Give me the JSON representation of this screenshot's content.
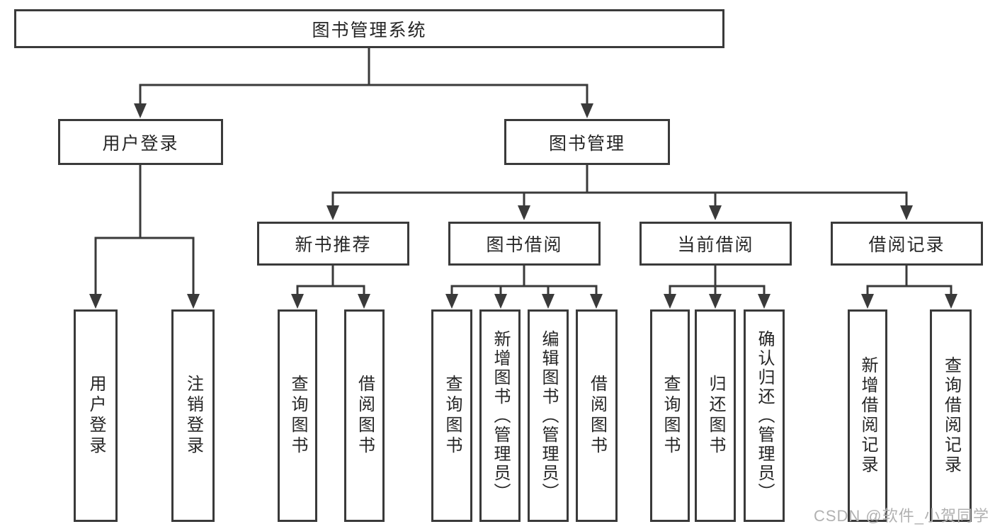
{
  "diagram": {
    "title": "图书管理系统",
    "type": "hierarchy-tree",
    "colors": {
      "line": "#3a3a3a",
      "box_border": "#3a3a3a",
      "box_fill": "#ffffff",
      "text": "#262626",
      "watermark": "#b1b1b1",
      "background": "#ffffff"
    },
    "tree": {
      "label": "图书管理系统",
      "children": [
        {
          "label": "用户登录",
          "children": [
            {
              "label": "用户登录"
            },
            {
              "label": "注销登录"
            }
          ]
        },
        {
          "label": "图书管理",
          "children": [
            {
              "label": "新书推荐",
              "children": [
                {
                  "label": "查询图书"
                },
                {
                  "label": "借阅图书"
                }
              ]
            },
            {
              "label": "图书借阅",
              "children": [
                {
                  "label": "查询图书"
                },
                {
                  "label": "新增图书（管理员）"
                },
                {
                  "label": "编辑图书（管理员）"
                },
                {
                  "label": "借阅图书"
                }
              ]
            },
            {
              "label": "当前借阅",
              "children": [
                {
                  "label": "查询图书"
                },
                {
                  "label": "归还图书"
                },
                {
                  "label": "确认归还（管理员）"
                }
              ]
            },
            {
              "label": "借阅记录",
              "children": [
                {
                  "label": "新增借阅记录"
                },
                {
                  "label": "查询借阅记录"
                }
              ]
            }
          ]
        }
      ]
    },
    "watermark": "CSDN @软件_小贺同学"
  }
}
